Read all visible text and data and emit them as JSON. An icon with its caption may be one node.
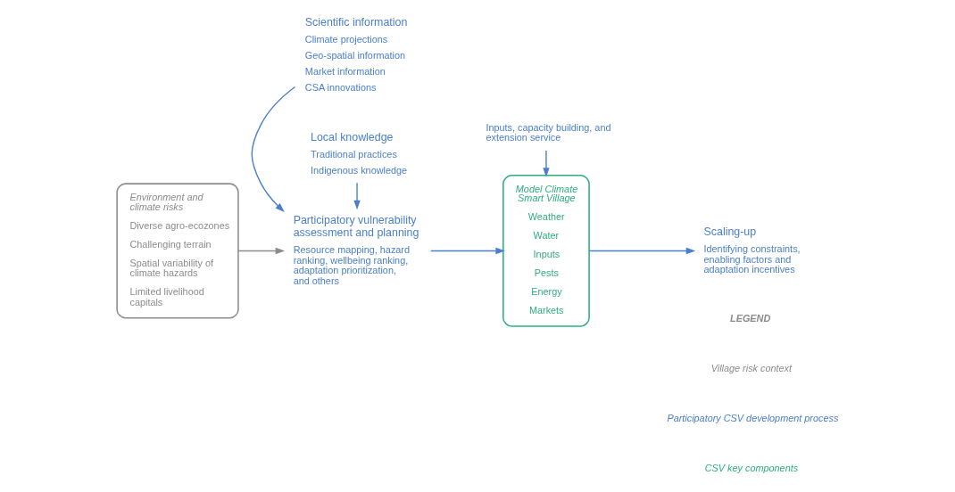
{
  "diagram": {
    "nodes": [
      {
        "text": [
          "Environment and climate risks",
          "Diverse agro-ecozones",
          "Challenging terrain",
          "Spatial variability of climate hazards",
          "Limited livelihood capitals"
        ]
      },
      {
        "text": [
          "Scientific information",
          "Climate projections",
          "Geo-spatial information",
          "Market information",
          "CSA innovations"
        ]
      },
      {
        "text": [
          "Participatory vulnerability assessment and planning",
          "Resource mapping, hazard ranking, wellbeing ranking, adaptation prioritization, and others"
        ]
      },
      {
        "text": [
          "Local knowledge",
          "Traditional practices",
          "Indigenous knowledge"
        ]
      },
      {
        "text": [
          "Inputs, capacity building, and extension service"
        ]
      },
      {
        "text": [
          "Model Climate Smart Village",
          "Weather",
          "Water",
          "Inputs",
          "Pests",
          "Energy",
          "Markets"
        ]
      },
      {
        "text": [
          "Scaling-up",
          "Identifying constraints, enabling factors and adaptation incentives"
        ]
      }
    ],
    "edges": [
      {
        "from": 0,
        "to": 2,
        "arrow": "to",
        "color": "#8c8c8c"
      },
      {
        "from": 1,
        "to": 2,
        "arrow": "to"
      },
      {
        "from": 3,
        "to": 2,
        "arrow": "to"
      },
      {
        "from": 2,
        "to": 5,
        "arrow": "to"
      },
      {
        "from": 4,
        "to": 5,
        "arrow": "to"
      },
      {
        "from": 5,
        "to": 6,
        "arrow": "to"
      }
    ],
    "labels": [
      "LEGEND"
    ],
    "legend": [
      {
        "text": "Village risk context",
        "color": "#8c8c8c"
      },
      {
        "text": "Participatory CSV development process",
        "color": "#4a7fcb"
      },
      {
        "text": "CSV key components",
        "color": "#2fae7e"
      }
    ]
  }
}
